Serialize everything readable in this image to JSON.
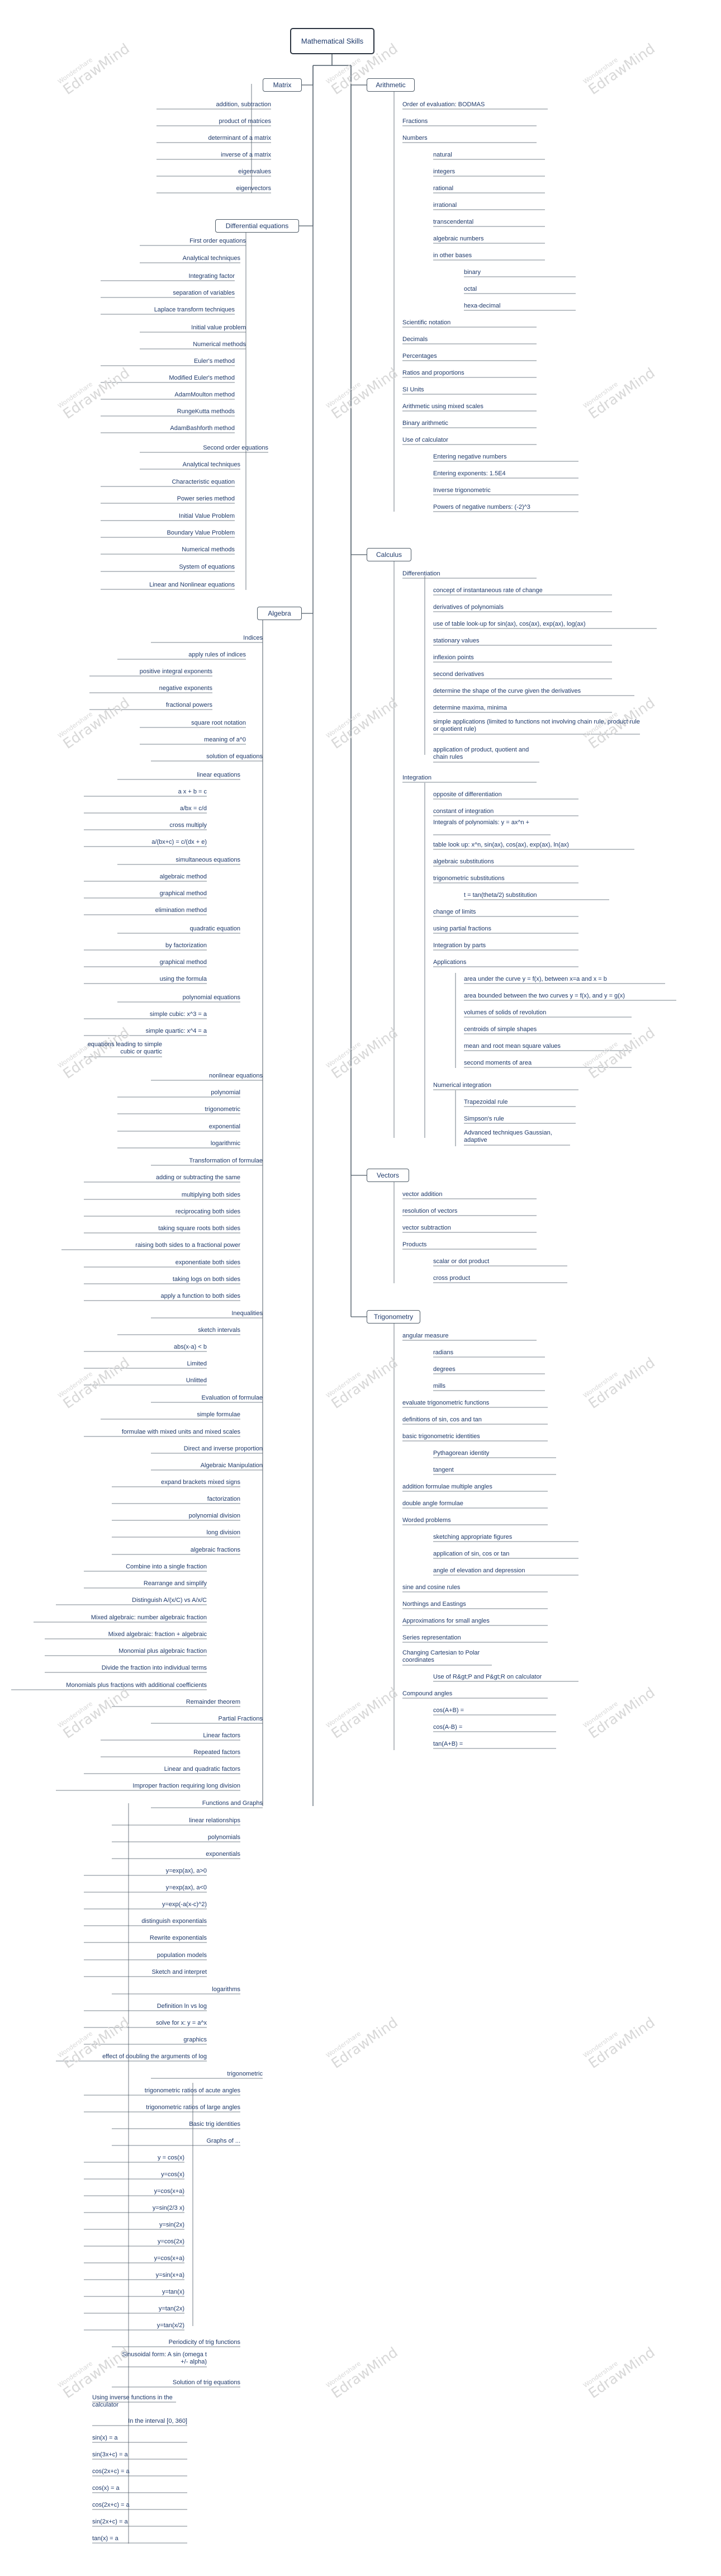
{
  "title": "Mathematical Skills",
  "watermark": {
    "brand": "EdrawMind",
    "small": "Wondershare"
  },
  "colors": {
    "line": "#4d5a66",
    "text": "#1f3a6b",
    "watermark": "#d8d8d8"
  },
  "nodes": [
    "Matrix",
    "addition, subtraction",
    "product of matrices",
    "determinant of a matrix",
    "inverse of a matrix",
    "eigenvalues",
    "eigenvectors",
    "Differential equations",
    "First order equations",
    "Analytical techniques",
    "Integrating factor",
    "separation of variables",
    "Laplace transform techniques",
    "Initial value problem",
    "Numerical methods",
    "Euler's method",
    "Modified Euler's method",
    "AdamMoulton method",
    "RungeKutta methods",
    "AdamBashforth method",
    "Second order equations",
    "Analytical techniques",
    "Characteristic equation",
    "Power series method",
    "Initial Value Problem",
    "Boundary Value Problem",
    "Numerical methods",
    "System of equations",
    "Linear and Nonlinear equations",
    "Algebra",
    "Indices",
    "apply rules of indices",
    "positive integral exponents",
    "negative exponents",
    "fractional powers",
    "square root notation",
    "meaning of a^0",
    "solution of equations",
    "linear equations",
    "a x + b = c",
    "a/bx = c/d",
    "cross multiply",
    "a/(bx+c) = c/(dx + e)",
    "simultaneous equations",
    "algebraic method",
    "graphical method",
    "elimination method",
    "quadratic equation",
    "by factorization",
    "graphical method",
    "using the formula",
    "polynomial equations",
    "simple cubic: x^3 = a",
    "simple quartic: x^4 = a",
    "equations leading to simple cubic or quartic",
    "nonlinear equations",
    "polynomial",
    "trigonometric",
    "exponential",
    "logarithmic",
    "Transformation of formulae",
    "adding or subtracting the same",
    "multiplying both sides",
    "reciprocating both sides",
    "taking square roots both sides",
    "raising both sides to a fractional power",
    "exponentiate both sides",
    "taking logs on both sides",
    "apply a function to both sides",
    "Inequalities",
    "sketch intervals",
    "abs(x-a) < b",
    "Limited",
    "Unlitted",
    "Evaluation of formulae",
    "simple formulae",
    "formulae with mixed units and mixed scales",
    "Direct and inverse proportion",
    "Algebraic Manipulation",
    "expand brackets  mixed signs",
    "factorization",
    "polynomial division",
    "long division",
    "algebraic fractions",
    "Combine into a single fraction",
    "Rearrange and simplify",
    "Distinguish A/(x/C) vs A/x/C",
    "Mixed algebraic: number algebraic fraction",
    "Mixed algebraic: fraction + algebraic",
    "Monomial plus algebraic fraction",
    "Divide the fraction into individual terms",
    "Monomials plus fractions with additional coefficients",
    "Remainder theorem",
    "Partial Fractions",
    "Linear factors",
    "Repeated factors",
    "Linear and quadratic factors",
    "Improper fraction  requiring long division",
    "Functions and Graphs",
    "linear relationships",
    "polynomials",
    "exponentials",
    "y=exp(ax), a>0",
    "y=exp(ax), a<0",
    "y=exp(-a(x-c)^2)",
    "distinguish exponentials",
    "Rewrite exponentials",
    "population models",
    "Sketch and interpret",
    "logarithms",
    "Definition   ln vs log",
    "solve for x: y = a^x",
    "graphics",
    "effect of doubling the arguments of log",
    "trigonometric",
    "trigonometric ratios of acute angles",
    "trigonometric ratios of large angles",
    "Basic trig identities",
    "Graphs of ...",
    "y = cos(x)",
    "y=cos(x)",
    "y=cos(x+a)",
    "y=sin(2/3 x)",
    "y=sin(2x)",
    "y=cos(2x)",
    "y=cos(x+a)",
    "y=sin(x+a)",
    "y=tan(x)",
    "y=tan(2x)",
    "y=tan(x/2)",
    "Periodicity of trig functions",
    "Sinusoidal form:  A sin (omega t +/- alpha)",
    "Solution of trig equations",
    "Using inverse functions in the calculator",
    "In the interval [0, 360]",
    "sin(x) = a",
    "sin(3x+c) = a",
    "cos(2x+c) = a",
    "cos(x) = a",
    "cos(2x+c) = a",
    "sin(2x+c) = a",
    "tan(x) = a",
    "Arithmetic",
    "Order of evaluation: BODMAS",
    "Fractions",
    "Numbers",
    "natural",
    "integers",
    "rational",
    "irrational",
    "transcendental",
    "algebraic numbers",
    "in other bases",
    "binary",
    "octal",
    "hexa-decimal",
    "Scientific notation",
    "Decimals",
    "Percentages",
    "Ratios and proportions",
    "SI Units",
    "Arithmetic using mixed scales",
    "Binary arithmetic",
    "Use of calculator",
    "Entering negative numbers",
    "Entering exponents: 1.5E4",
    "Inverse trigonometric",
    "Powers of negative numbers: (-2)^3",
    "Calculus",
    "Differentiation",
    "concept of instantaneous rate of change",
    "derivatives of polynomials",
    "use of table look-up for sin(ax), cos(ax), exp(ax), log(ax)",
    "stationary values",
    "inflexion points",
    "second derivatives",
    "determine the shape of the curve given the derivatives",
    "determine maxima, minima",
    "simple applications (limited to functions not involving chain rule, product rule or quotient rule)",
    "application of product, quotient and chain rules",
    "Integration",
    "opposite of differentiation",
    "constant of integration",
    "Integrals of polynomials:  y = ax^n +",
    "table look up: x^n, sin(ax), cos(ax), exp(ax), ln(ax)",
    "algebraic substitutions",
    "trigonometric substitutions",
    "t = tan(theta/2) substitution",
    "change of limits",
    "using partial fractions",
    "Integration by parts",
    "Applications",
    "area under the curve  y = f(x), between x=a and x = b",
    "area bounded between the two curves y = f(x), and y = g(x)",
    "volumes of solids of revolution",
    "centroids of simple shapes",
    "mean and root mean square values",
    "second moments of area",
    "Numerical integration",
    "Trapezoidal rule",
    "Simpson's rule",
    "Advanced techniques Gaussian, adaptive",
    "Vectors",
    "vector addition",
    "resolution of vectors",
    "vector subtraction",
    "Products",
    "scalar or dot product",
    "cross product",
    "Trigonometry",
    "angular measure",
    "radians",
    "degrees",
    "mills",
    "evaluate trigonometric functions",
    "definitions of sin, cos and tan",
    "basic trigonometric identities",
    "Pythagorean identity",
    "tangent",
    "addition formulae  multiple angles",
    "double angle formulae",
    "Worded problems",
    "sketching appropriate figures",
    "application of sin, cos or tan",
    "angle of elevation and depression",
    "sine and cosine rules",
    "Northings and Eastings",
    "Approximations for small angles",
    "Series representation",
    "Changing Cartesian to Polar coordinates",
    "Use of R&gt;P and P&gt;R on calculator",
    "Compound angles",
    "cos(A+B) =",
    "cos(A-B) =",
    "tan(A+B) ="
  ]
}
